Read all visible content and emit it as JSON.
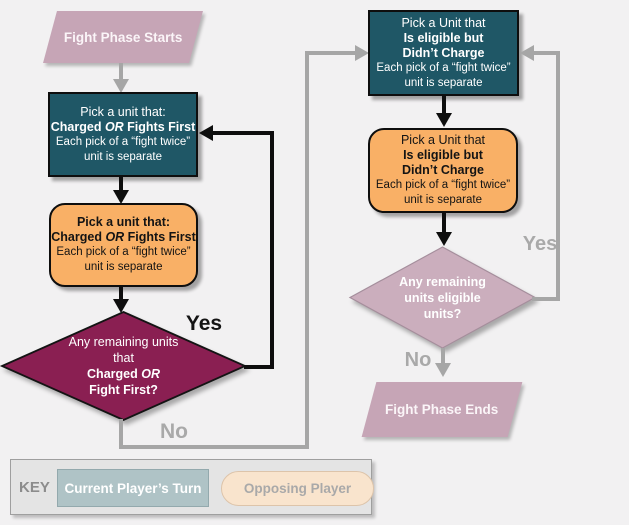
{
  "colors": {
    "teal": "#1f5766",
    "orange": "#f9b066",
    "maroon": "#8a1f52",
    "mauve": "#c6a5b6",
    "light_mauve": "#cbaebd",
    "flow_gray": "#a6a6a6",
    "flow_black": "#0e0e0e",
    "key_current_fill": "#afc3c6",
    "key_opposing_fill": "#f9e4cd"
  },
  "nodes": {
    "start": {
      "label": "Fight Phase Starts"
    },
    "left_teal": {
      "line1": "Pick a unit that:",
      "line2_pre": "Charged ",
      "line2_or": "OR",
      "line2_post": " Fights First",
      "line3": "Each pick of a “fight twice”",
      "line4": "unit is separate"
    },
    "left_orange": {
      "line1": "Pick a unit that:",
      "line2_pre": "Charged ",
      "line2_or": "OR",
      "line2_post": " Fights First",
      "line3": "Each pick of a “fight twice”",
      "line4": "unit is separate"
    },
    "left_decision": {
      "line1": "Any remaining units",
      "line2": "that",
      "line3_pre": "Charged ",
      "line3_or": "OR",
      "line4": "Fight First?"
    },
    "right_teal": {
      "line1": "Pick a Unit that",
      "line2": "Is eligible but",
      "line3": "Didn’t Charge",
      "line4": "Each pick of a “fight twice”",
      "line5": "unit is separate"
    },
    "right_orange": {
      "line1": "Pick a Unit that",
      "line2": "Is eligible but",
      "line3": "Didn’t Charge",
      "line4": "Each pick of a “fight twice”",
      "line5": "unit is separate"
    },
    "right_decision": {
      "line1": "Any remaining",
      "line2": "units eligible",
      "line3": "units?"
    },
    "end": {
      "label": "Fight Phase Ends"
    }
  },
  "edges": {
    "left_yes": "Yes",
    "left_no": "No",
    "right_yes": "Yes",
    "right_no": "No"
  },
  "key": {
    "title": "KEY",
    "current_label": "Current Player’s Turn",
    "opposing_label": "Opposing Player"
  }
}
